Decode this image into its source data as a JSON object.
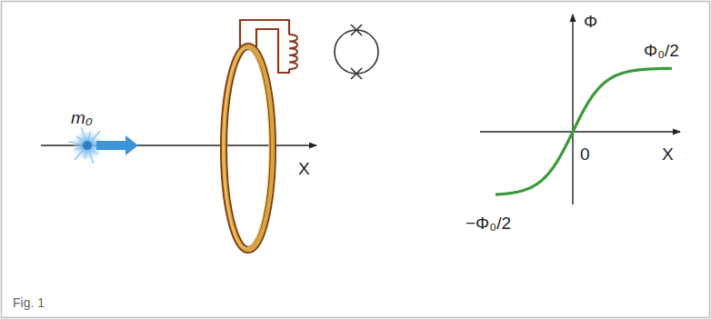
{
  "diagram": {
    "caption": "Fig. 1",
    "labels": [
      "m₀",
      "X",
      "Φ",
      "Φ₀/2",
      "0",
      "X",
      "−Φ₀/2"
    ]
  }
}
